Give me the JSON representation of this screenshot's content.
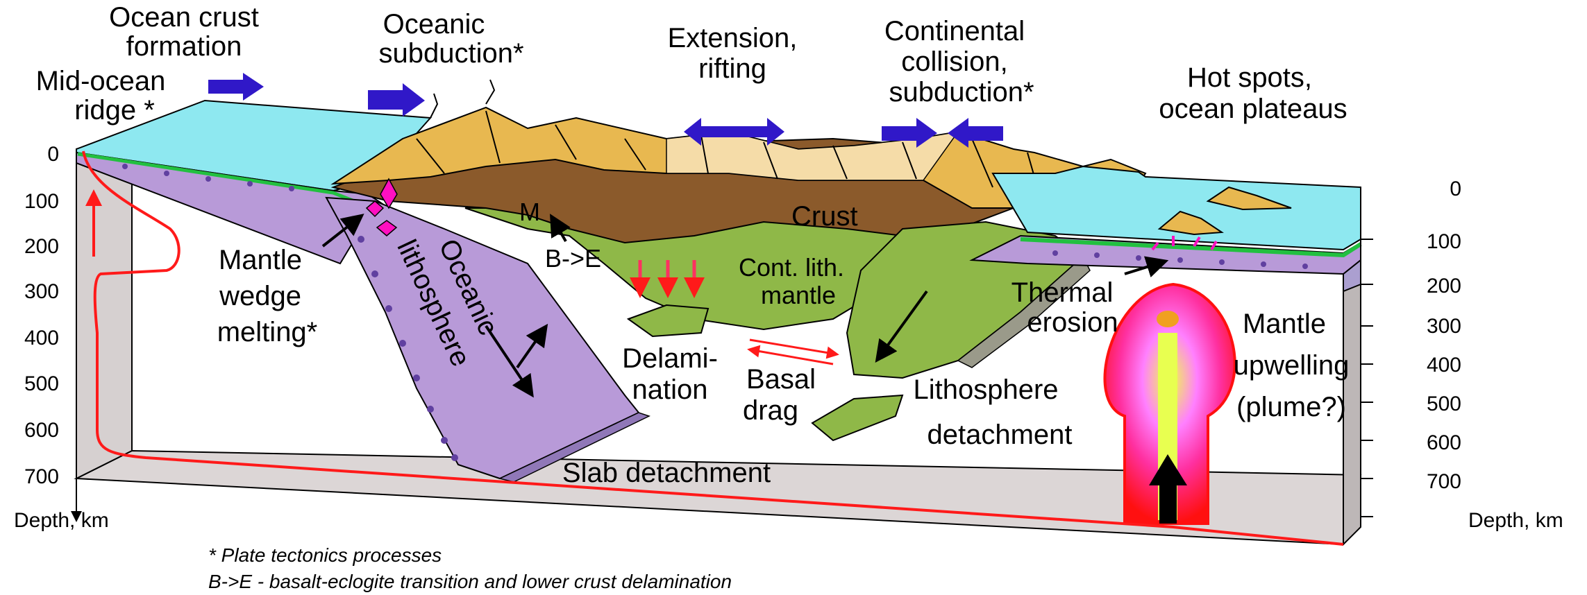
{
  "processes": {
    "ocean_crust_formation": [
      "Ocean crust",
      "formation"
    ],
    "mid_ocean_ridge": [
      "Mid-ocean",
      "ridge *"
    ],
    "oceanic_subduction": [
      "Oceanic",
      "subduction*"
    ],
    "extension": [
      "Extension,",
      "rifting"
    ],
    "continental_collision": [
      "Continental",
      "collision,",
      "subduction*"
    ],
    "hot_spots": [
      "Hot spots,",
      "ocean plateaus"
    ],
    "mantle_wedge": [
      "Mantle",
      "wedge",
      "melting*"
    ],
    "oceanic_lithosphere": [
      "Oceanic",
      "lithosphere"
    ],
    "moho": "M",
    "b_to_e": "B->E",
    "crust": "Crust",
    "cont_lith_mantle": [
      "Cont. lith.",
      "mantle"
    ],
    "delamination": [
      "Delami-",
      "nation"
    ],
    "basal_drag": [
      "Basal",
      "drag"
    ],
    "lithosphere_detachment": [
      "Lithosphere",
      "detachment"
    ],
    "slab_detachment": "Slab detachment",
    "thermal_erosion": [
      "Thermal",
      "erosion"
    ],
    "mantle_upwelling": [
      "Mantle",
      "upwelling",
      "(plume?)"
    ]
  },
  "left_axis": {
    "ticks": [
      "0",
      "100",
      "200",
      "300",
      "400",
      "500",
      "600",
      "700"
    ],
    "label": "Depth, km"
  },
  "right_axis": {
    "ticks": [
      "0",
      "100",
      "200",
      "300",
      "400",
      "500",
      "600",
      "700"
    ],
    "label": "Depth, km"
  },
  "footnotes": {
    "star": "* Plate tectonics processes",
    "be": "B->E - basalt-eclogite transition and lower crust delamination"
  },
  "colors": {
    "ocean": "#8ee8f0",
    "oceanic_lithosphere": "#b89ad8",
    "continental_crust": "#8b5a2b",
    "upper_crust": "#e8b850",
    "lithospheric_mantle": "#8fb848",
    "block_side": "#d9d4d4",
    "geotherm": "#ff1a1a",
    "plate_arrow": "#3018c8",
    "melt": "#ff10c0"
  }
}
